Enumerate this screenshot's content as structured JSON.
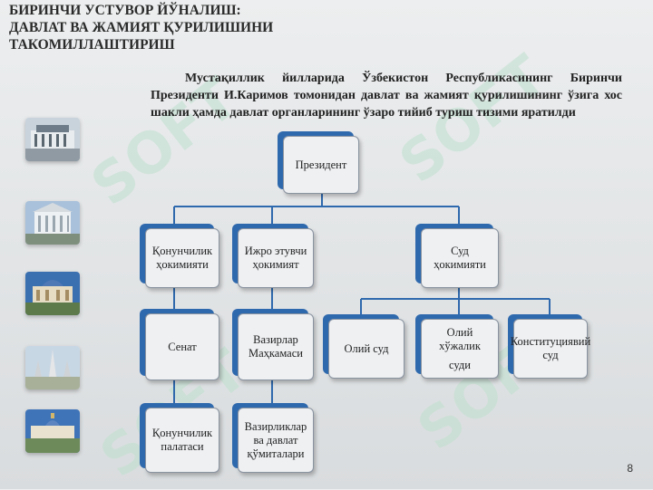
{
  "title": {
    "line1": "БИРИНЧИ УСТУВОР ЙЎНАЛИШ:",
    "line2": "ДАВЛАТ  ВА ЖАМИЯТ ҚУРИЛИШИНИ",
    "line3": "ТАКОМИЛЛАШТИРИШ"
  },
  "intro_text": "Мустақиллик йилларида Ўзбекистон Республикасининг Биринчи Президенти И.Каримов томонидан давлат ва жамият қурилишининг ўзига хос шакли ҳамда давлат органларининг ўзаро тийиб туриш тизими яратилди",
  "nodes": {
    "president": "Президент",
    "legislative": "Қонунчилик ҳокимияти",
    "executive": "Ижро этувчи ҳокимият",
    "judicial": "Суд ҳокимияти",
    "senate": "Сенат",
    "cabinet": "Вазирлар Маҳкамаси",
    "supreme_court": "Олий суд",
    "supreme_economic_court_line1": "Олий хўжалик",
    "supreme_economic_court_line2": "суди",
    "constitutional_court": "Конституциявий суд",
    "legislative_chamber": "Қонунчилик палатаси",
    "state_committees": "Вазирликлар ва давлат қўмиталари"
  },
  "watermark_text": "SOFT",
  "page_number": "8",
  "colors": {
    "accent": "#2f69ad",
    "connector": "#2f69ad",
    "watermark": "#bfe0cf"
  },
  "thumbnails": [
    "building-photo-1",
    "building-photo-2",
    "building-photo-3",
    "monument-photo",
    "palace-photo"
  ]
}
